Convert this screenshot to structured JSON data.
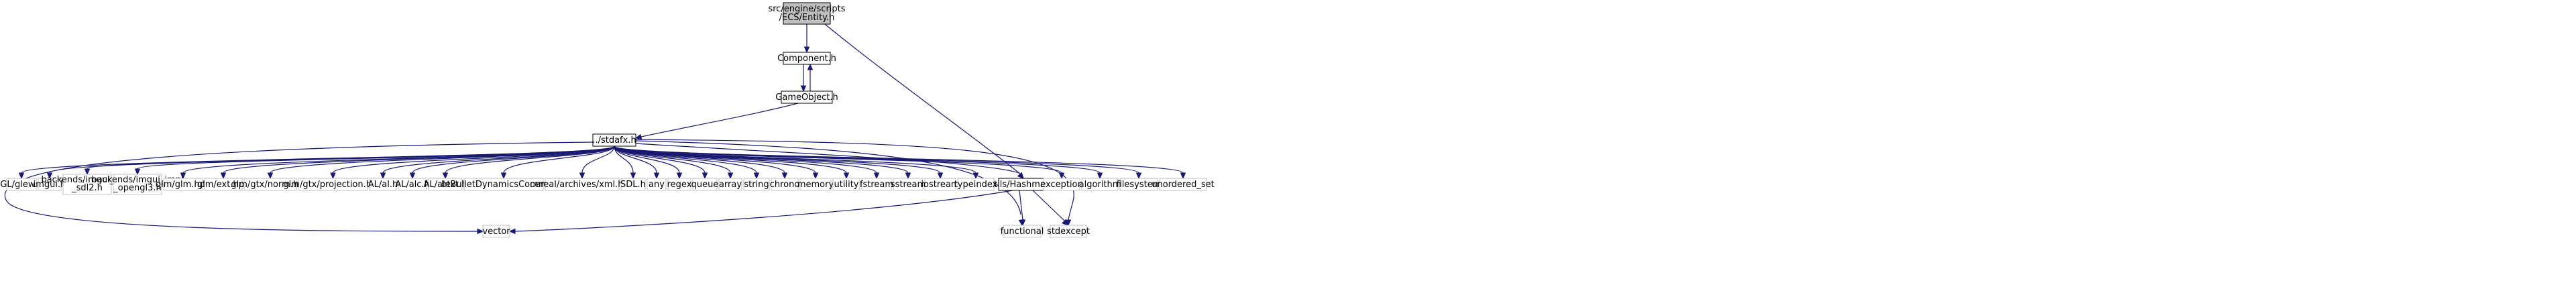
{
  "graph": {
    "root": {
      "label_lines": [
        "src/engine/scripts",
        "/ECS/Entity.h"
      ]
    },
    "project_headers": {
      "component": "Component.h",
      "game_object": "GameObject.h",
      "stdafx": "../stdafx.h",
      "hashmap": "Utils/Hashmap.h"
    },
    "external_headers": [
      {
        "key": "glew",
        "lines": [
          "GL/glew.h"
        ]
      },
      {
        "key": "imgui",
        "lines": [
          "imgui.h"
        ]
      },
      {
        "key": "imgui_sdl2",
        "lines": [
          "backends/imgui_impl",
          "_sdl2.h"
        ]
      },
      {
        "key": "imgui_opengl3",
        "lines": [
          "backends/imgui_impl",
          "_opengl3.h"
        ]
      },
      {
        "key": "glm",
        "lines": [
          "glm/glm.hpp"
        ]
      },
      {
        "key": "glm_ext",
        "lines": [
          "glm/ext.hpp"
        ]
      },
      {
        "key": "glm_norm",
        "lines": [
          "glm/gtx/norm.hpp"
        ]
      },
      {
        "key": "glm_projection",
        "lines": [
          "glm/gtx/projection.hpp"
        ]
      },
      {
        "key": "al",
        "lines": [
          "AL/al.h"
        ]
      },
      {
        "key": "alc",
        "lines": [
          "AL/alc.h"
        ]
      },
      {
        "key": "alext",
        "lines": [
          "AL/alext.h"
        ]
      },
      {
        "key": "bullet",
        "lines": [
          "btBulletDynamicsCommon.h"
        ]
      },
      {
        "key": "cereal",
        "lines": [
          "cereal/archives/xml.hpp"
        ]
      },
      {
        "key": "sdl",
        "lines": [
          "SDL.h"
        ]
      },
      {
        "key": "any",
        "lines": [
          "any"
        ]
      },
      {
        "key": "regex",
        "lines": [
          "regex"
        ]
      },
      {
        "key": "queue",
        "lines": [
          "queue"
        ]
      },
      {
        "key": "array",
        "lines": [
          "array"
        ]
      },
      {
        "key": "string",
        "lines": [
          "string"
        ]
      },
      {
        "key": "chrono",
        "lines": [
          "chrono"
        ]
      },
      {
        "key": "memory",
        "lines": [
          "memory"
        ]
      },
      {
        "key": "utility",
        "lines": [
          "utility"
        ]
      },
      {
        "key": "fstream",
        "lines": [
          "fstream"
        ]
      },
      {
        "key": "sstream",
        "lines": [
          "sstream"
        ]
      },
      {
        "key": "iostream",
        "lines": [
          "iostream"
        ]
      },
      {
        "key": "typeindex",
        "lines": [
          "typeindex"
        ]
      },
      {
        "key": "exception",
        "lines": [
          "exception"
        ]
      },
      {
        "key": "algorithm",
        "lines": [
          "algorithm"
        ]
      },
      {
        "key": "filesystem",
        "lines": [
          "filesystem"
        ]
      },
      {
        "key": "unordered_set",
        "lines": [
          "unordered_set"
        ]
      },
      {
        "key": "vector",
        "lines": [
          "vector"
        ]
      },
      {
        "key": "functional",
        "lines": [
          "functional"
        ]
      },
      {
        "key": "stdexcept",
        "lines": [
          "stdexcept"
        ]
      }
    ],
    "colors": {
      "edge": "#191970",
      "root_fill": "#bfbfbf",
      "node_border": "#000000",
      "external_border": "#bfbfbf"
    }
  }
}
